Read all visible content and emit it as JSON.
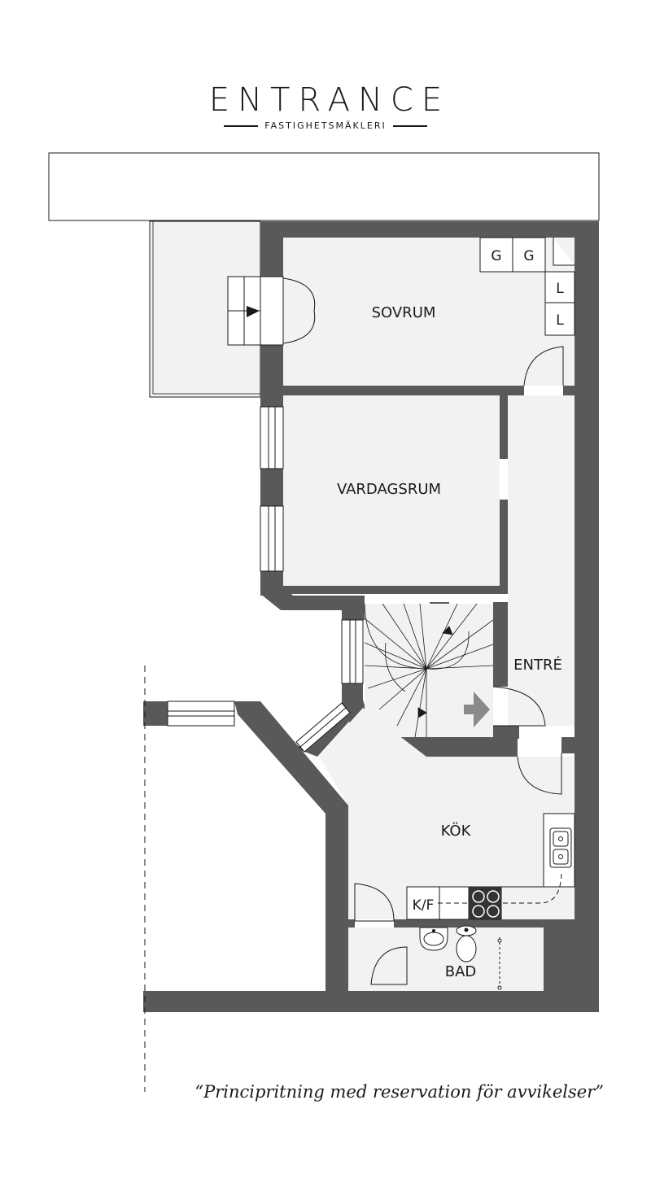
{
  "brand": {
    "name": "ENTRANCE",
    "tagline": "FASTIGHETSMÄKLERI"
  },
  "rooms": {
    "sovrum": "SOVRUM",
    "vardagsrum": "VARDAGSRUM",
    "entre": "ENTRÉ",
    "kok": "KÖK",
    "bad": "BAD"
  },
  "fixtures": {
    "wardrobe_g1": "G",
    "wardrobe_g2": "G",
    "wardrobe_l1": "L",
    "wardrobe_l2": "L",
    "fridge_freezer": "K/F"
  },
  "disclaimer": "“Principritning med reservation för avvikelser”",
  "colors": {
    "wall": "#595959",
    "floor": "#f2f2f2",
    "line": "#1a1a1a"
  }
}
